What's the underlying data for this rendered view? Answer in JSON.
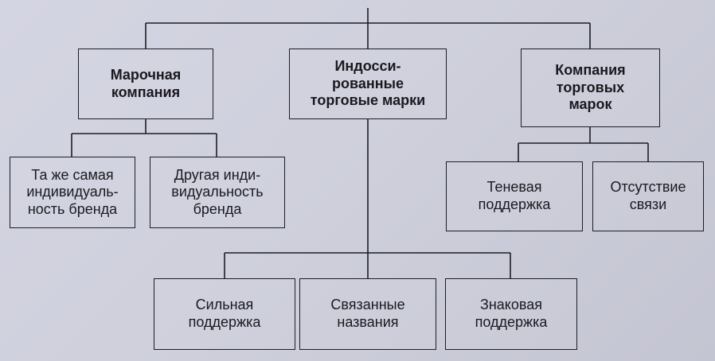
{
  "diagram": {
    "top_row": [
      {
        "id": "brand-company",
        "label": "Марочная\nкомпания"
      },
      {
        "id": "endorsed-brands",
        "label": "Индосси-\nрованные\nторговые марки"
      },
      {
        "id": "house-of-brands",
        "label": "Компания\nторговых\nмарок"
      }
    ],
    "second_row_left": [
      {
        "id": "same-identity",
        "label": "Та же самая\nиндивидуаль-\nность бренда"
      },
      {
        "id": "other-identity",
        "label": "Другая инди-\nвидуальность\nбренда"
      }
    ],
    "second_row_right": [
      {
        "id": "shadow-endorser",
        "label": "Теневая\nподдержка"
      },
      {
        "id": "no-association",
        "label": "Отсутствие\nсвязи"
      }
    ],
    "bottom_row": [
      {
        "id": "strong-endorsement",
        "label": "Сильная\nподдержка"
      },
      {
        "id": "linked-name",
        "label": "Связанные\nназвания"
      },
      {
        "id": "token-endorsement",
        "label": "Знаковая\nподдержка"
      }
    ]
  }
}
